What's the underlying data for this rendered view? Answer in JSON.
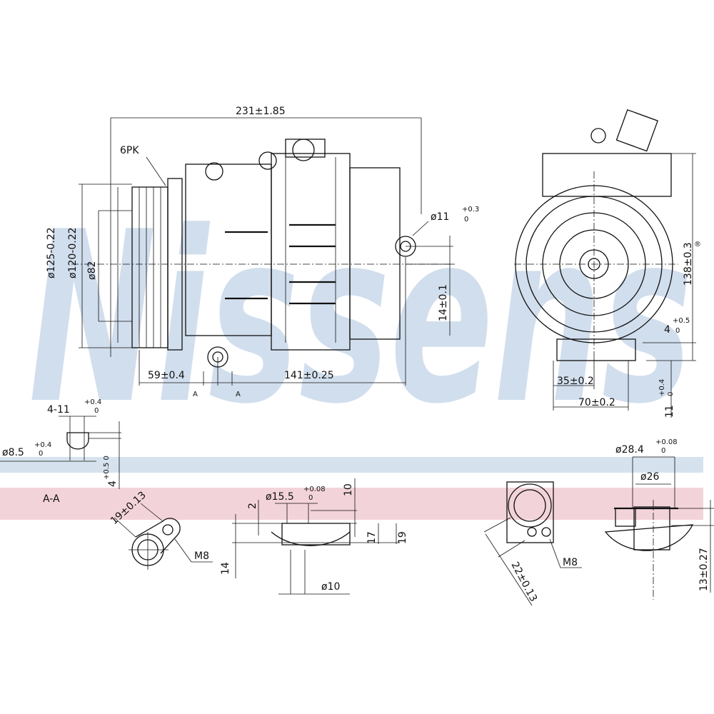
{
  "brand": {
    "watermark": "Nissens",
    "registered": "®",
    "band_colors": {
      "blue": "#d6e2ee",
      "pink": "#f3d3da"
    }
  },
  "side_view": {
    "overall_length": "231±1.85",
    "belt": "6PK",
    "dia_pulley": "ø125-0.22",
    "dia_pulley_2": "ø120-0.22",
    "dia_hub": "ø82",
    "hole": "ø11",
    "hole_tol_upper": "+0.3",
    "hole_tol_lower": "0",
    "offset_14": "14±0.1",
    "dim_59": "59±0.4",
    "dim_141": "141±0.25",
    "section_a1": "A",
    "section_a2": "A"
  },
  "front_view": {
    "height": "138±0.3",
    "dim_4": "4",
    "dim_4_tol_upper": "+0.5",
    "dim_4_tol_lower": "0",
    "dim_35": "35±0.2",
    "dim_70": "70±0.2",
    "dim_11": "11",
    "dim_11_tol_upper": "+0.4",
    "dim_11_tol_lower": "0"
  },
  "mount_detail": {
    "hole_count": "4-11",
    "hole_tol_upper": "+0.4",
    "hole_tol_lower": "0",
    "dia": "ø8.5",
    "dia_tol_upper": "+0.4",
    "dia_tol_lower": "0",
    "depth": "4",
    "depth_tol": "+0.5 0"
  },
  "section": {
    "label": "A-A"
  },
  "port_left": {
    "pitch": "19±0.13",
    "thread": "M8"
  },
  "port_left_section": {
    "dia": "ø15.5",
    "dia_tol_upper": "+0.08",
    "dia_tol_lower": "0",
    "dim_2": "2",
    "dim_10": "10",
    "dim_14": "14",
    "dim_17": "17",
    "dim_19": "19",
    "bore": "ø10"
  },
  "port_right": {
    "pitch": "22±0.13",
    "thread": "M8"
  },
  "port_right_section": {
    "dia": "ø28.4",
    "dia_tol_upper": "+0.08",
    "dia_tol_lower": "0",
    "inner": "ø26",
    "depth": "13±0.27"
  }
}
